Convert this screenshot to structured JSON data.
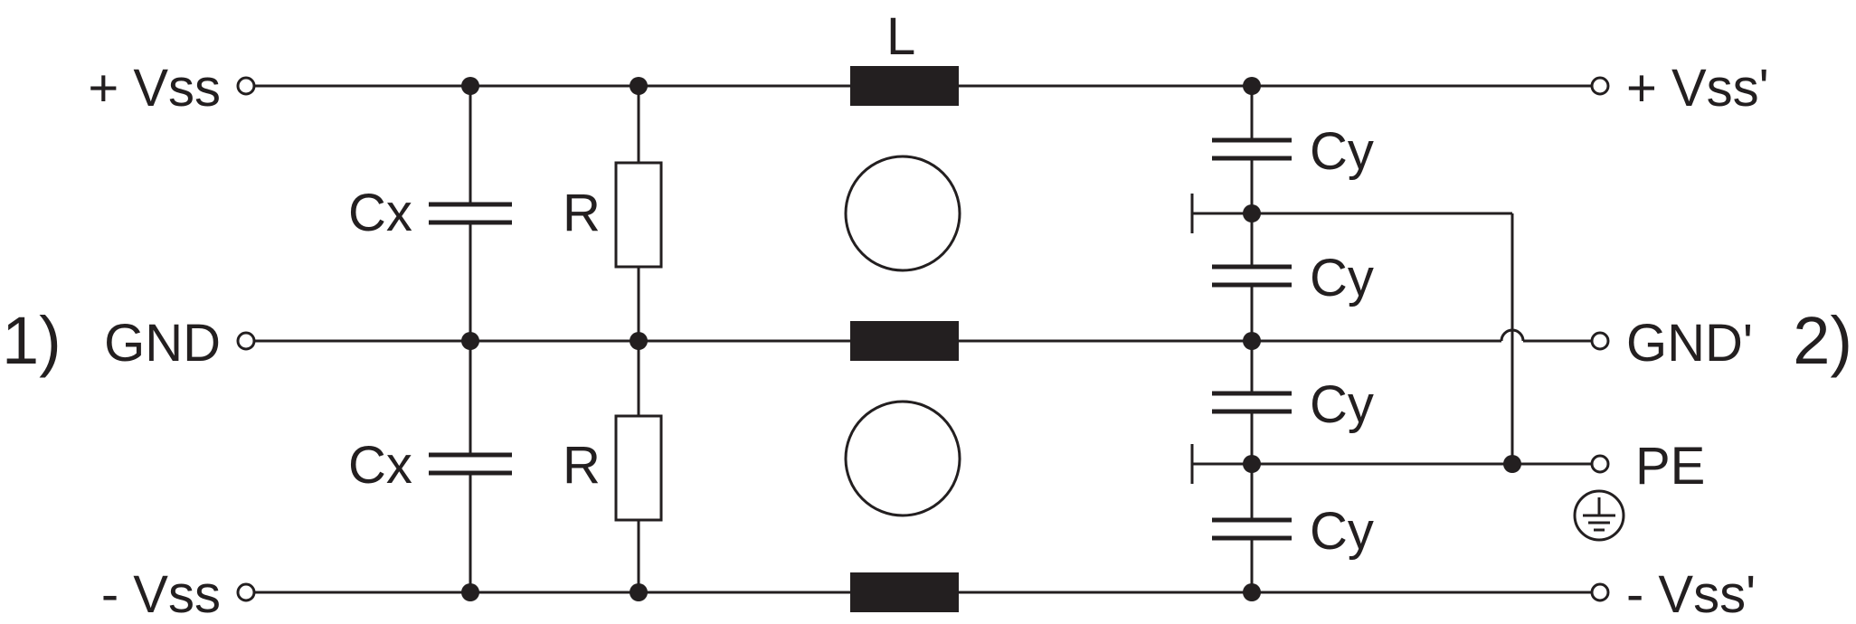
{
  "labels": {
    "inductor": "L",
    "cx_top": "Cx",
    "cx_bottom": "Cx",
    "r_top": "R",
    "r_bottom": "R",
    "cy_1": "Cy",
    "cy_2": "Cy",
    "cy_3": "Cy",
    "cy_4": "Cy",
    "side_in": "1)",
    "side_out": "2)"
  },
  "terminals": {
    "in_pos": "+ Vss",
    "in_gnd": "GND",
    "in_neg": "- Vss",
    "out_pos": "+ Vss'",
    "out_gnd": "GND'",
    "out_pe": "PE",
    "out_neg": "- Vss'"
  },
  "icons": {
    "earth": "protective-earth-icon"
  }
}
